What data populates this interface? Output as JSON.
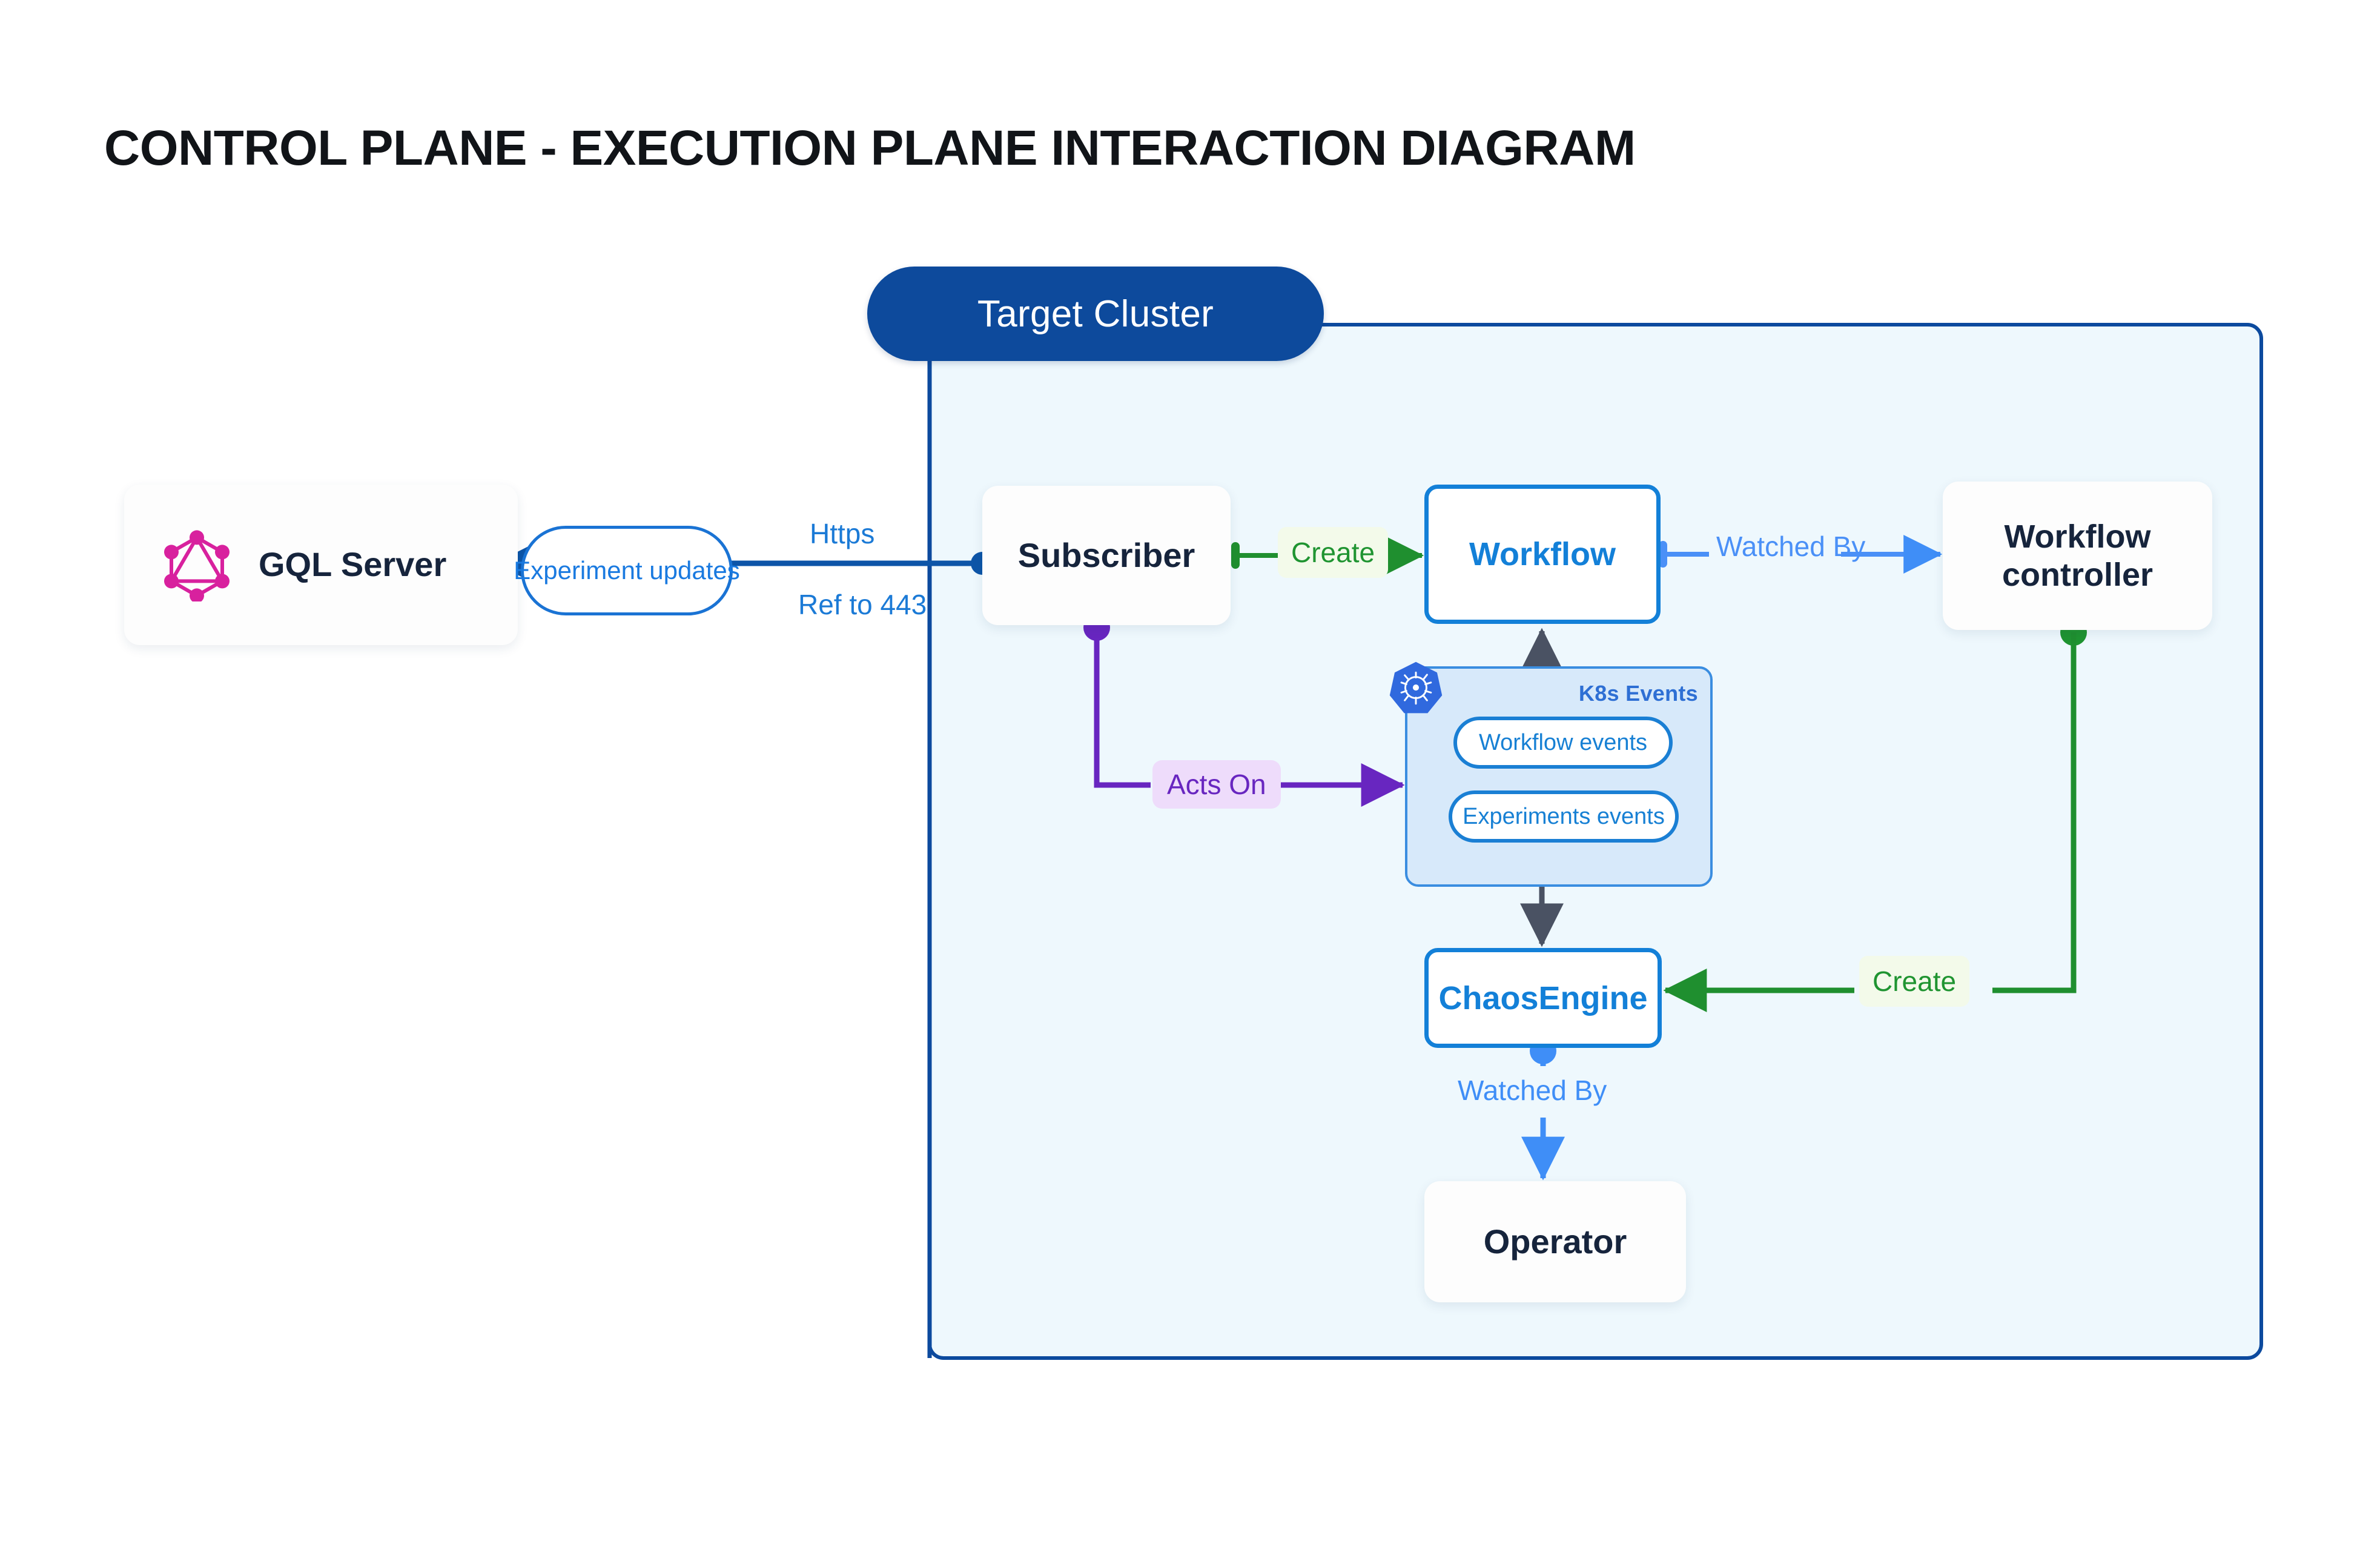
{
  "page": {
    "title": "CONTROL PLANE - EXECUTION PLANE INTERACTION DIAGRAM"
  },
  "cluster": {
    "header_label": "Target Cluster"
  },
  "nodes": {
    "gql_server": {
      "label": "GQL Server",
      "icon": "graphql-icon"
    },
    "subscriber": {
      "label": "Subscriber"
    },
    "workflow": {
      "label": "Workflow"
    },
    "workflow_controller": {
      "line1": "Workflow",
      "line2": "controller"
    },
    "chaos_engine": {
      "label": "ChaosEngine"
    },
    "operator": {
      "label": "Operator"
    }
  },
  "k8s_events": {
    "group_label": "K8s Events",
    "icon": "kubernetes-icon",
    "items": [
      {
        "label": "Workflow events"
      },
      {
        "label": "Experiments events"
      }
    ]
  },
  "edges": {
    "experiment_updates": "Experiment updates",
    "https": "Https",
    "ref_to_443": "Ref to 443",
    "create_workflow": "Create",
    "watched_by_controller": "Watched By",
    "acts_on": "Acts On",
    "create_chaosengine": "Create",
    "watched_by_operator": "Watched By"
  },
  "colors": {
    "cluster_border": "#0c4a9e",
    "cluster_fill": "#eef8fd",
    "cluster_pill": "#0d4a9c",
    "blue_edge": "#1b7ad6",
    "light_blue_edge": "#4a90f7",
    "green_edge": "#1f9431",
    "purple_edge": "#6826c0",
    "gray_edge": "#4a5263",
    "graphql_pink": "#d8219e",
    "k8s_blue": "#3069de",
    "node_text": "#16243c",
    "accent_blue": "#1380d8"
  }
}
